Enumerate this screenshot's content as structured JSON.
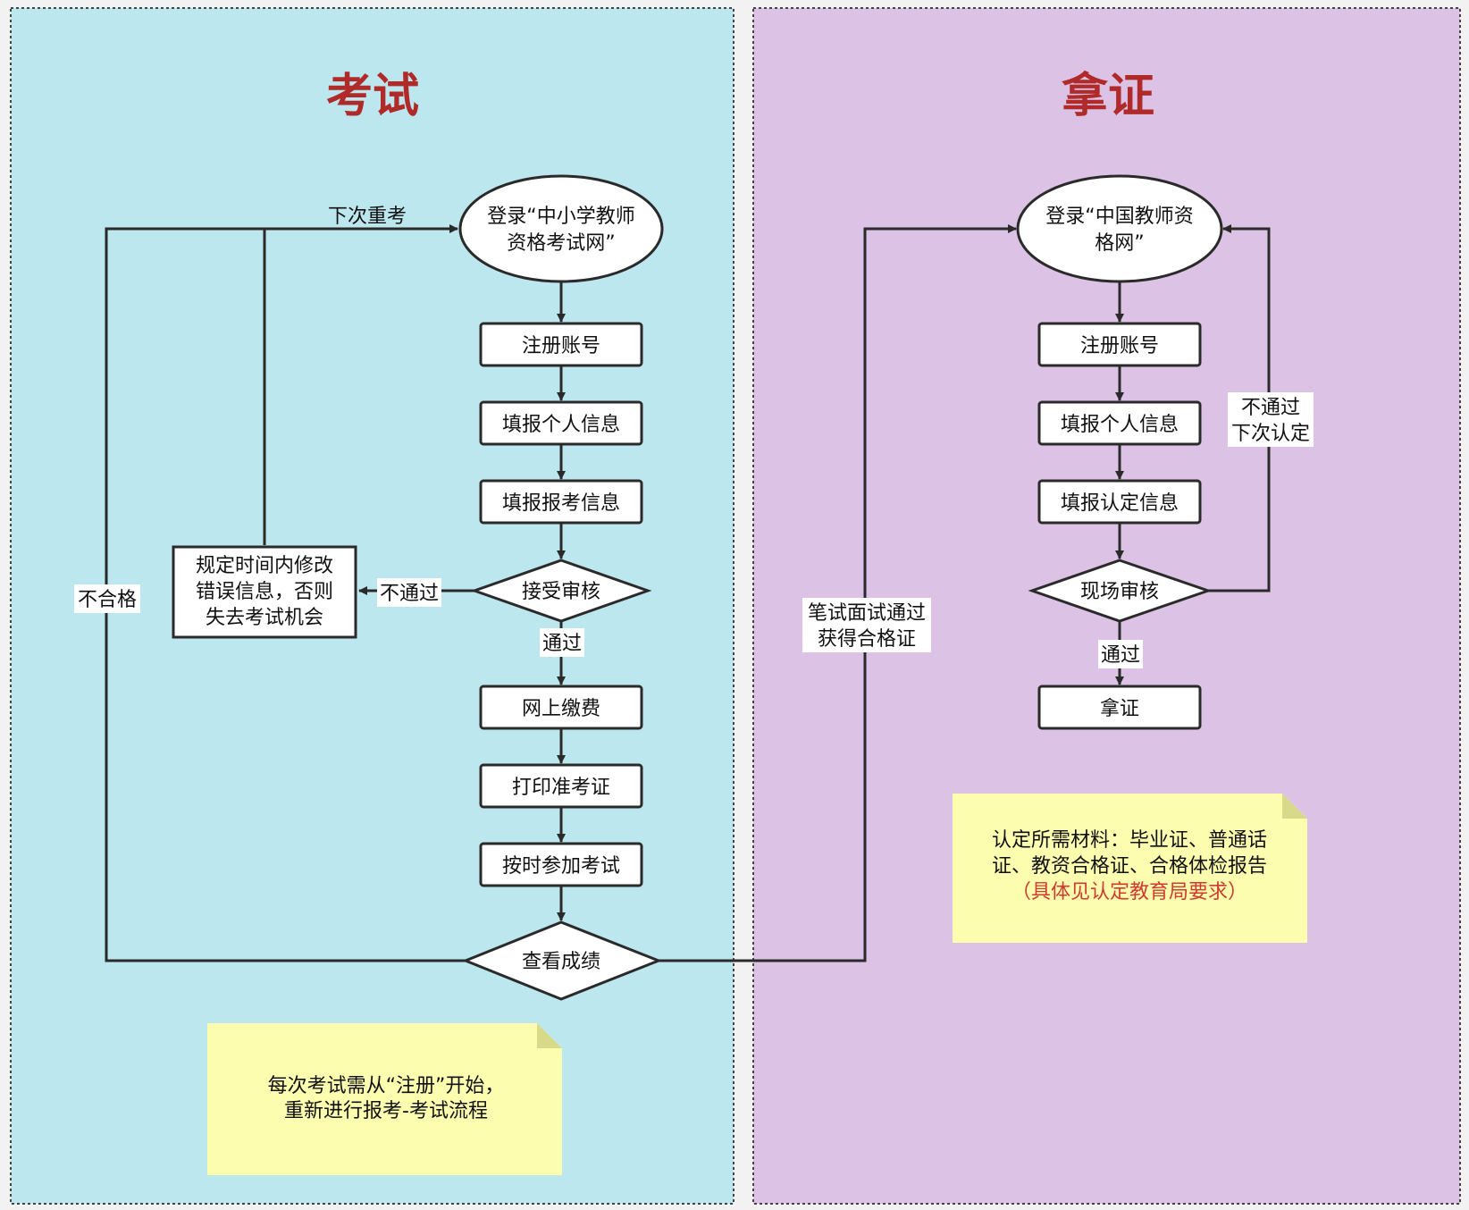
{
  "sections": {
    "exam": {
      "title": "考试",
      "bg": "#bde7ee"
    },
    "cert": {
      "title": "拿证",
      "bg": "#dcc2e4"
    }
  },
  "exam_flow": {
    "start": [
      "登录“中小学教师",
      "资格考试网”"
    ],
    "register": "注册账号",
    "personal_info": "填报个人信息",
    "exam_info": "填报报考信息",
    "review": "接受审核",
    "pay": "网上缴费",
    "print": "打印准考证",
    "attend": "按时参加考试",
    "results": "查看成绩",
    "fix_box": [
      "规定时间内修改",
      "错误信息，否则",
      "失去考试机会"
    ]
  },
  "exam_labels": {
    "retake": "下次重考",
    "not_passed": "不通过",
    "passed": "通过",
    "failed": "不合格"
  },
  "cert_flow": {
    "start": [
      "登录“中国教师资",
      "格网”"
    ],
    "register": "注册账号",
    "personal_info": "填报个人信息",
    "cert_info": "填报认定信息",
    "onsite_review": "现场审核",
    "get_cert": "拿证"
  },
  "cert_labels": {
    "not_passed_next": [
      "不通过",
      "下次认定"
    ],
    "passed": "通过",
    "exam_passed": [
      "笔试面试通过",
      "获得合格证"
    ]
  },
  "notes": {
    "exam_note": [
      "每次考试需从“注册”开始，",
      "重新进行报考-考试流程"
    ],
    "cert_note": [
      "认定所需材料：毕业证、普通话",
      "证、教资合格证、合格体检报告"
    ],
    "cert_note_red": "（具体见认定教育局要求）"
  },
  "colors": {
    "title_red": "#b02a2a",
    "note_yellow": "#fdfdb0",
    "note_red_text": "#d03a2f"
  }
}
